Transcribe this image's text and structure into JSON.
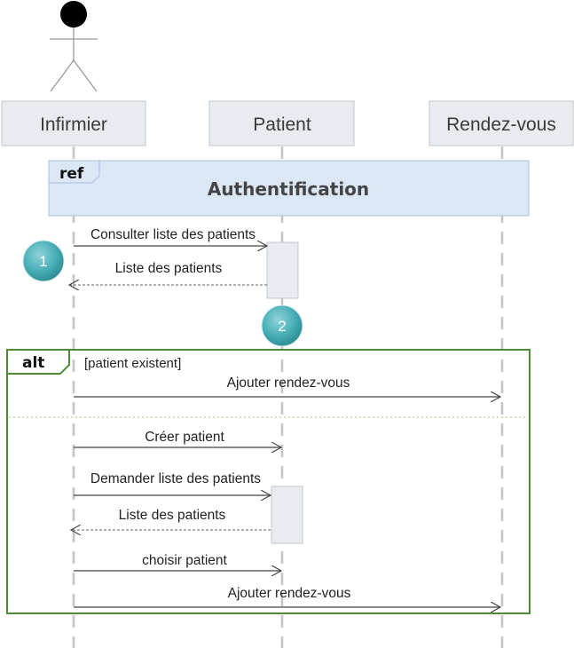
{
  "lifelines": {
    "infirmier": "Infirmier",
    "patient": "Patient",
    "rendezvous": "Rendez-vous"
  },
  "ref_frame": {
    "tag": "ref",
    "title": "Authentification"
  },
  "markers": {
    "one": "1",
    "two": "2"
  },
  "messages": {
    "consulter": "Consulter liste des patients",
    "liste1": "Liste des patients",
    "ajouter1": "Ajouter rendez-vous",
    "creer": "Créer patient",
    "demander": "Demander liste des patients",
    "liste2": "Liste des patients",
    "choisir": "choisir patient",
    "ajouter2": "Ajouter rendez-vous"
  },
  "alt_frame": {
    "tag": "alt",
    "guard": "[patient existent]"
  },
  "colors": {
    "lifeline_box": "#e8ebef",
    "ref_fill": "#dce7f5",
    "alt_border": "#4e8a3a",
    "marker": "#4ab0b8",
    "activation": "#e8ebef"
  }
}
